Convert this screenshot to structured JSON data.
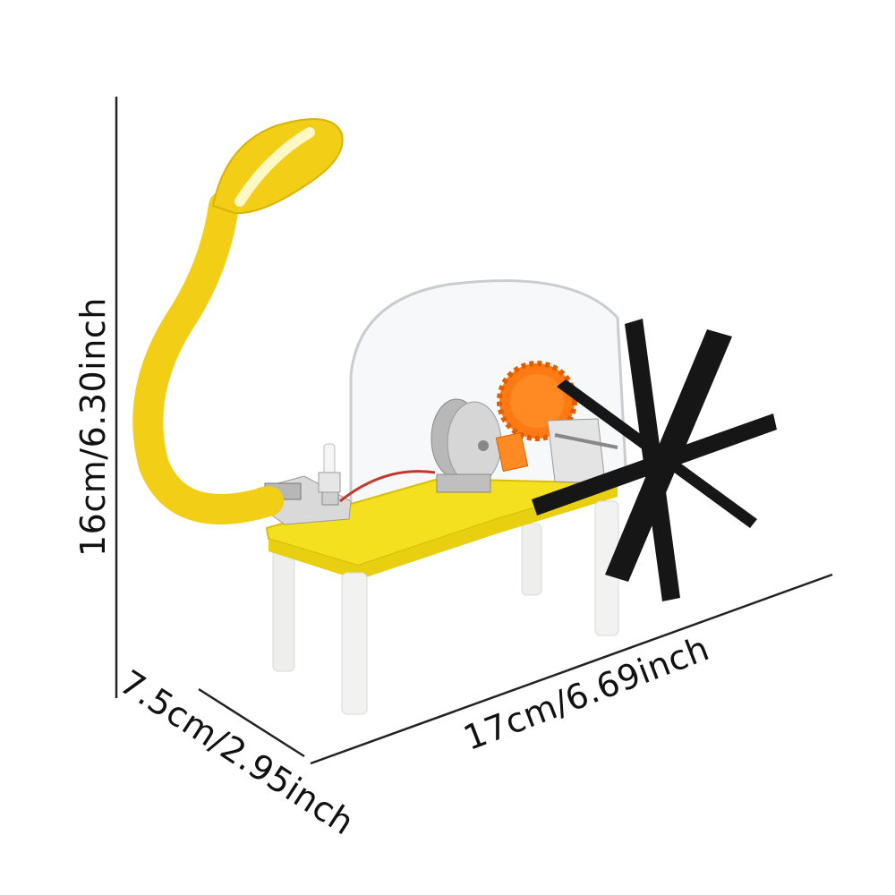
{
  "dimensions": {
    "height": "16cm/6.30inch",
    "depth": "7.5cm/2.95inch",
    "width": "17cm/6.69inch"
  },
  "colors": {
    "board": "#f4e01f",
    "lamp": "#f2cf16",
    "gear": "#ff7a12",
    "propeller": "#161616",
    "legs": "#f2f2f0",
    "motor": "#c9c9c9"
  }
}
